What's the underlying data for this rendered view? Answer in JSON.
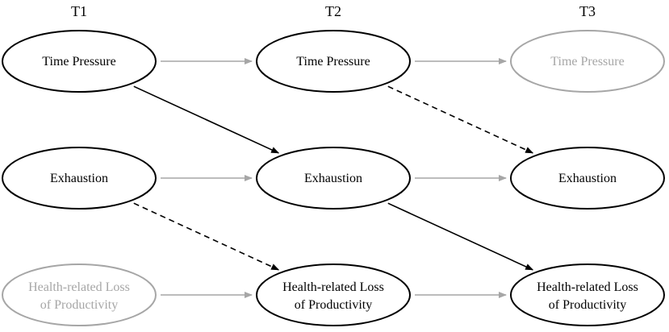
{
  "columns": [
    "T1",
    "T2",
    "T3"
  ],
  "nodes": {
    "tp1": {
      "lines": [
        "Time Pressure"
      ]
    },
    "tp2": {
      "lines": [
        "Time Pressure"
      ]
    },
    "tp3": {
      "lines": [
        "Time Pressure"
      ]
    },
    "ex1": {
      "lines": [
        "Exhaustion"
      ]
    },
    "ex2": {
      "lines": [
        "Exhaustion"
      ]
    },
    "ex3": {
      "lines": [
        "Exhaustion"
      ]
    },
    "hl1": {
      "lines": [
        "Health-related Loss",
        "of Productivity"
      ]
    },
    "hl2": {
      "lines": [
        "Health-related Loss",
        "of Productivity"
      ]
    },
    "hl3": {
      "lines": [
        "Health-related Loss",
        "of Productivity"
      ]
    }
  },
  "colors": {
    "dark": "#000000",
    "faded": "#a6a6a6"
  },
  "edges": [
    {
      "from": "tp1",
      "to": "tp2",
      "style": "gray"
    },
    {
      "from": "tp2",
      "to": "tp3",
      "style": "gray"
    },
    {
      "from": "ex1",
      "to": "ex2",
      "style": "gray"
    },
    {
      "from": "ex2",
      "to": "ex3",
      "style": "gray"
    },
    {
      "from": "hl1",
      "to": "hl2",
      "style": "gray"
    },
    {
      "from": "hl2",
      "to": "hl3",
      "style": "gray"
    },
    {
      "from": "tp1",
      "to": "ex2",
      "style": "solid"
    },
    {
      "from": "ex2",
      "to": "hl3",
      "style": "solid"
    },
    {
      "from": "tp2",
      "to": "ex3",
      "style": "dashed"
    },
    {
      "from": "ex1",
      "to": "hl2",
      "style": "dashed"
    }
  ]
}
